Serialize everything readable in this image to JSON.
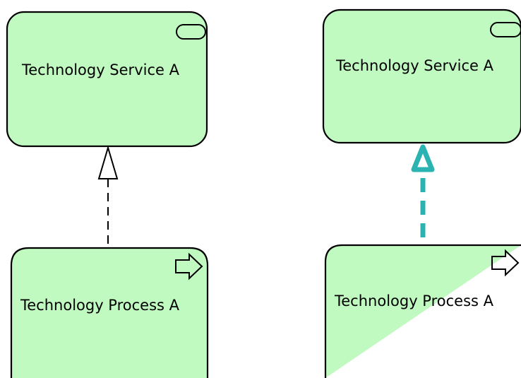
{
  "colors": {
    "element_fill": "#c0fac0",
    "element_stroke": "#000000",
    "highlight_relation": "#2bb3b1"
  },
  "left_view": {
    "service": {
      "label": "Technology Service A",
      "icon": "service-icon"
    },
    "process": {
      "label": "Technology Process A",
      "icon": "process-arrow-icon"
    },
    "relation": {
      "type": "realization",
      "style": "dashed black line with hollow triangle"
    }
  },
  "right_view": {
    "service": {
      "label": "Technology Service A",
      "icon": "service-icon"
    },
    "process": {
      "label": "Technology Process A",
      "icon": "process-arrow-icon"
    },
    "relation": {
      "type": "realization",
      "style": "thick dashed teal line with hollow triangle"
    }
  }
}
